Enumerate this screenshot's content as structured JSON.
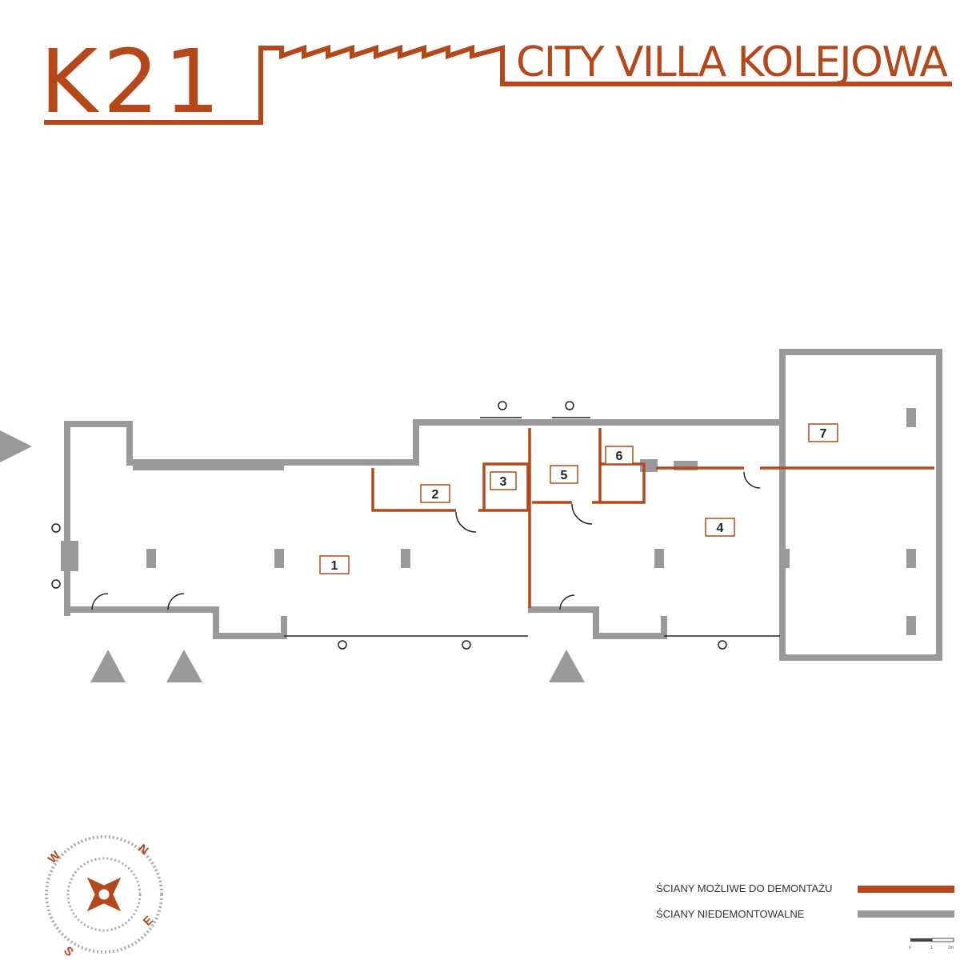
{
  "header": {
    "logo_number": "K 2 1",
    "project_name": "CITY VILLA KOLEJOWA"
  },
  "rooms": [
    {
      "number": "1"
    },
    {
      "number": "2"
    },
    {
      "number": "3"
    },
    {
      "number": "4"
    },
    {
      "number": "5"
    },
    {
      "number": "6"
    },
    {
      "number": "7"
    }
  ],
  "compass": {
    "n": "N",
    "e": "E",
    "s": "S",
    "w": "W"
  },
  "legend": {
    "removable_walls": "ŚCIANY MOŻLIWE DO DEMONTAŻU",
    "permanent_walls": "ŚCIANY NIEDEMONTOWALNE",
    "scale_0": "0",
    "scale_1": "1",
    "scale_2": "2m"
  },
  "colors": {
    "brand": "#b5481a",
    "removable": "#b5481a",
    "permanent": "#9a9a9a"
  }
}
